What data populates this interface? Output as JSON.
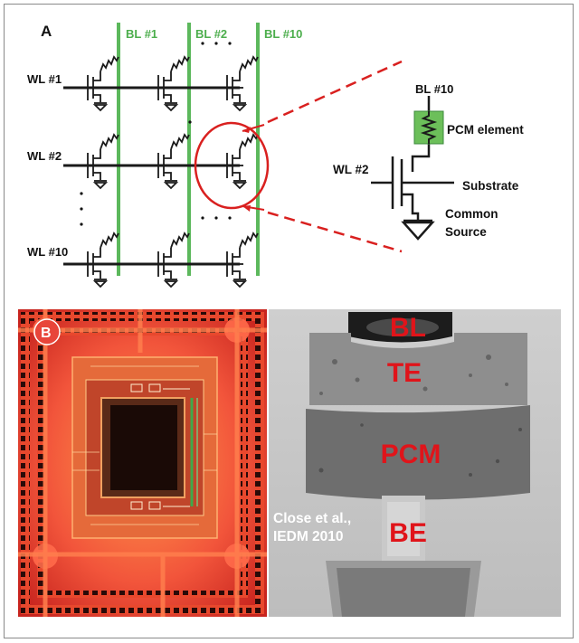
{
  "panelA": {
    "label": "A",
    "bitlines": [
      "BL #1",
      "BL #2",
      "BL #10"
    ],
    "wordlines": [
      "WL #1",
      "WL #2",
      "WL #10"
    ],
    "detail": {
      "bl": "BL #10",
      "pcm": "PCM element",
      "wl": "WL #2",
      "substrate": "Substrate",
      "common1": "Common",
      "common2": "Source"
    }
  },
  "panelB": {
    "label": "B",
    "layers": [
      "BL",
      "TE",
      "PCM",
      "BE"
    ],
    "citation1": "Close et al.,",
    "citation2": "IEDM 2010"
  },
  "colors": {
    "bitline": "#5cb85c",
    "wire": "#1a1a1a",
    "highlight": "#d9201f",
    "layerText": "#e0141a",
    "pcmFill": "#6cbf5a"
  }
}
